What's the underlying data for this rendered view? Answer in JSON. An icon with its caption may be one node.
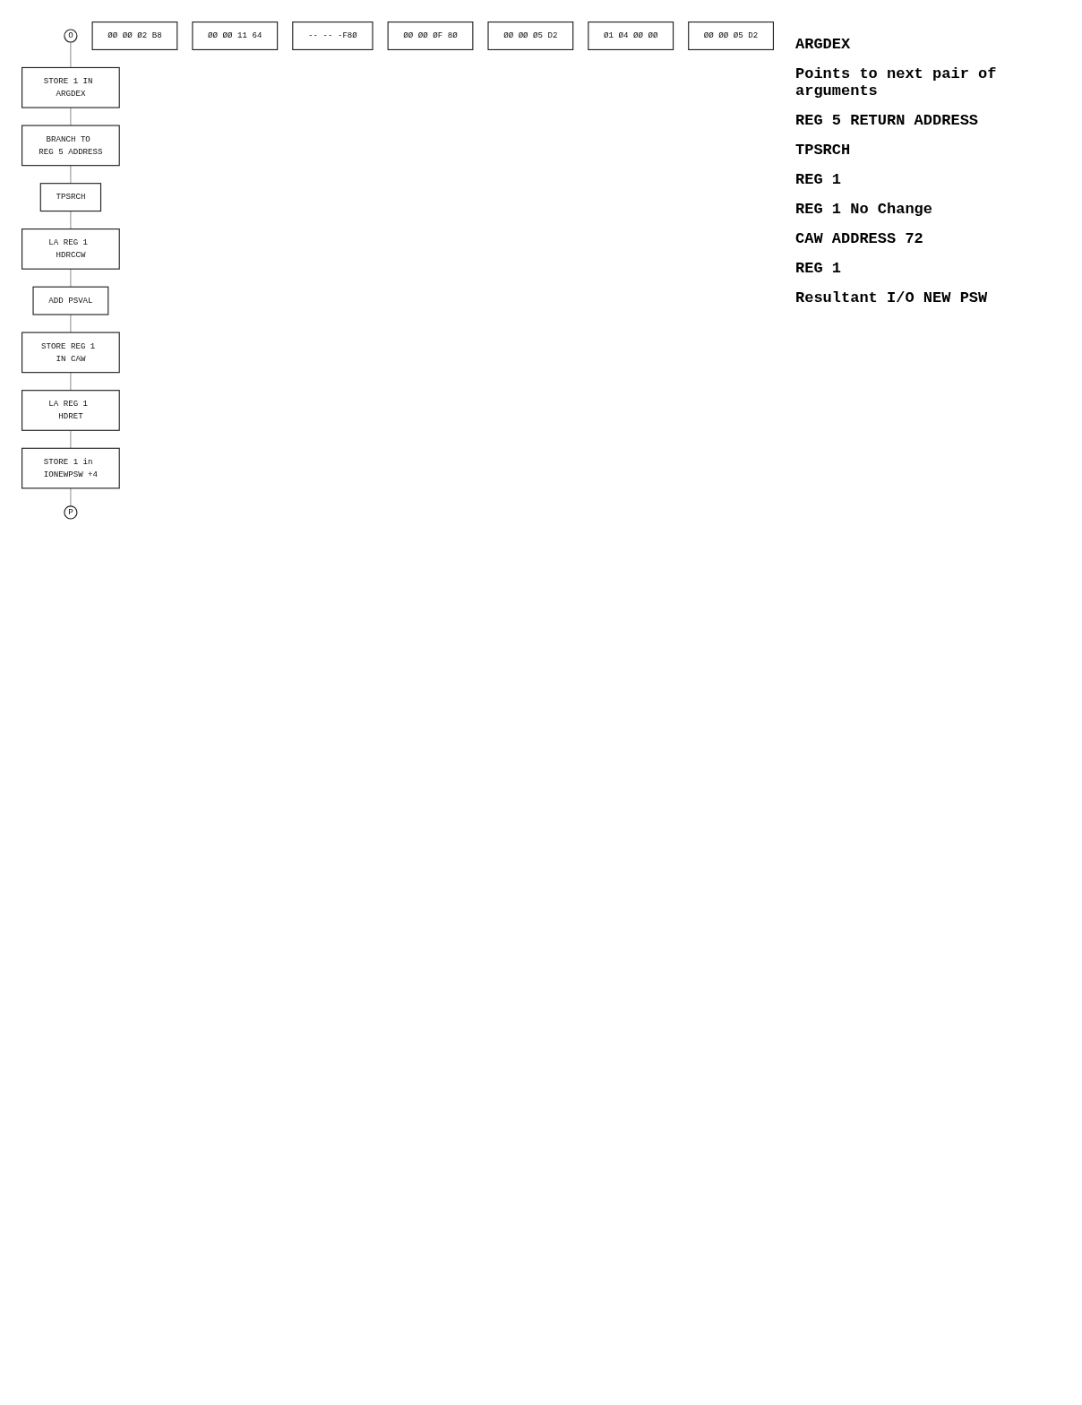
{
  "diagram": {
    "nodes": [
      {
        "text": [
          "O"
        ]
      },
      {
        "text": [
          "STORE 1 IN ARGDEX"
        ]
      },
      {
        "text": [
          "BRANCH TO REG 5 ADDRESS"
        ]
      },
      {
        "text": [
          "TPSRCH"
        ]
      },
      {
        "text": [
          "LA REG 1 HDRCCW"
        ]
      },
      {
        "text": [
          "ADD PSVAL"
        ]
      },
      {
        "text": [
          "STORE REG 1 IN CAW"
        ]
      },
      {
        "text": [
          "LA REG 1 HDRET"
        ]
      },
      {
        "text": [
          "STORE 1 in IONEWPSW +4"
        ]
      },
      {
        "text": [
          "P"
        ]
      },
      {
        "text": [
          "ØØ ØØ Ø2 B8"
        ]
      },
      {
        "text": [
          "ØØ ØØ 11 64"
        ]
      },
      {
        "text": [
          "-- -- -F8Ø"
        ]
      },
      {
        "text": [
          "ØØ ØØ ØF 8Ø"
        ]
      },
      {
        "text": [
          "ØØ ØØ Ø5 D2"
        ]
      },
      {
        "text": [
          "Ø1 Ø4 ØØ ØØ"
        ]
      },
      {
        "text": [
          "ØØ ØØ Ø5 D2"
        ]
      }
    ],
    "edges": [
      {
        "from": 0,
        "to": 1,
        "arrow": "none"
      },
      {
        "from": 1,
        "to": 2,
        "arrow": "none"
      },
      {
        "from": 2,
        "to": 3,
        "arrow": "none"
      },
      {
        "from": 3,
        "to": 4,
        "arrow": "none"
      },
      {
        "from": 4,
        "to": 5,
        "arrow": "none"
      },
      {
        "from": 5,
        "to": 6,
        "arrow": "none"
      },
      {
        "from": 6,
        "to": 7,
        "arrow": "none"
      },
      {
        "from": 7,
        "to": 8,
        "arrow": "none"
      },
      {
        "from": 8,
        "to": 9,
        "arrow": "none"
      }
    ],
    "labels": [
      "ARGDEX",
      "Points to next pair of arguments",
      "REG 5 RETURN ADDRESS",
      "TPSRCH",
      "REG 1",
      "REG 1 No Change",
      "CAW ADDRESS 72",
      "REG 1",
      "Resultant I/O NEW PSW"
    ]
  }
}
